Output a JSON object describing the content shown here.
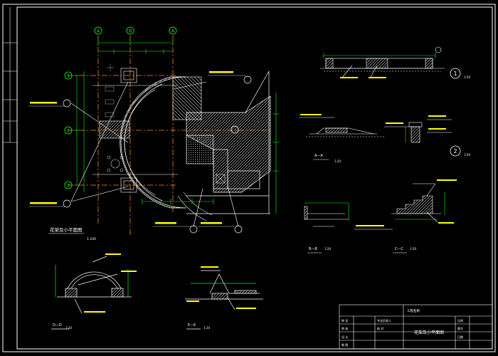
{
  "drawing": {
    "background": "#000000",
    "line_color": "#ffffff",
    "dim_color": "#00ff00",
    "axis_color": "#ff8800",
    "hatch_color": "#ffffff",
    "title_text_color": "#ffff00"
  },
  "grid_axes": {
    "vertical": [
      "A",
      "B",
      "A"
    ],
    "horizontal": [
      "1",
      "2",
      "3"
    ]
  },
  "views": {
    "plan_title": "花架及小平面图",
    "plan_scale": "1:100",
    "section_aa": "A—A",
    "section_bb": "B—B",
    "section_cc": "C—C",
    "section_dd": "D—D",
    "section_ee": "E—E",
    "detail_1": "1",
    "detail_2": "2",
    "scale_small": "1:50",
    "scale_detail": "1:20"
  },
  "title_block": {
    "project_label": "工程名称",
    "drawing_name": "花架及小平面图",
    "rows": [
      "审 定",
      "审 核",
      "设 计",
      "制 图"
    ],
    "cols": [
      "专业负责人",
      "校 对",
      "比例",
      "图号",
      "日期"
    ]
  }
}
